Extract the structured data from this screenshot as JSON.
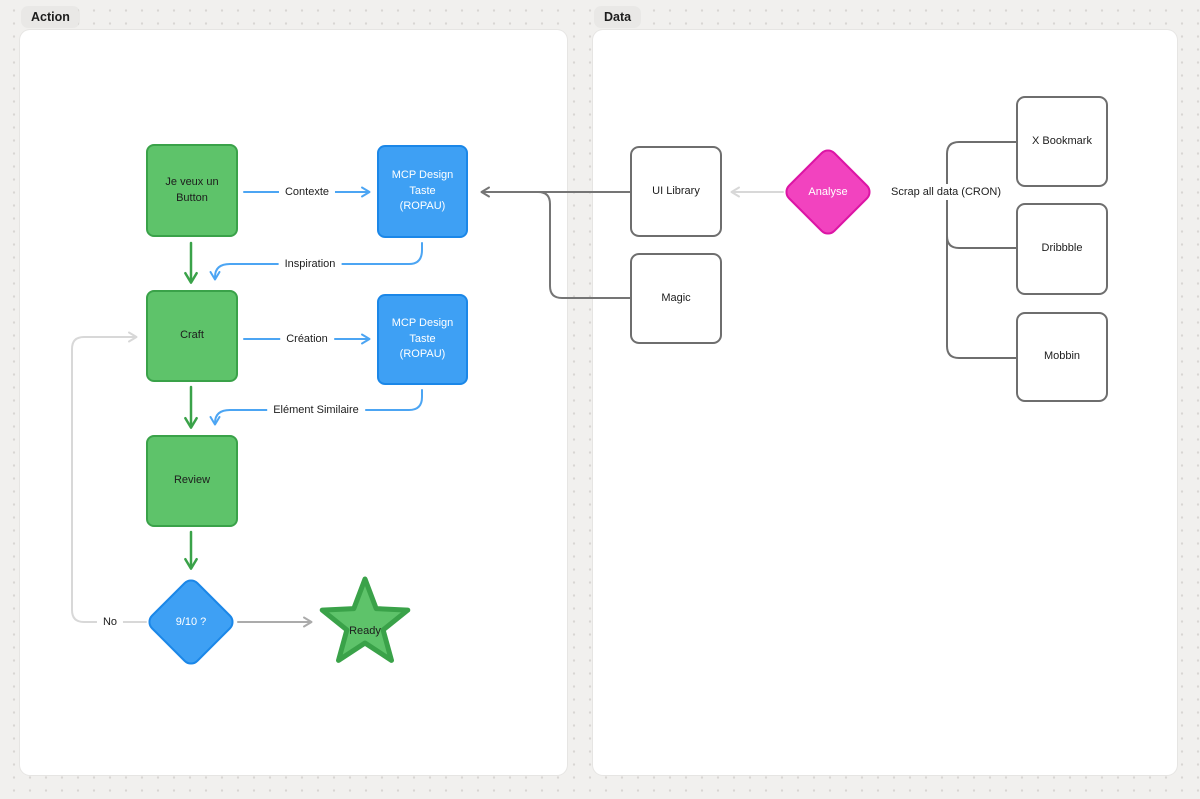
{
  "sections": {
    "action": {
      "tag": "Action"
    },
    "data": {
      "tag": "Data"
    }
  },
  "action_nodes": {
    "start": "Je veux un Button",
    "mcp1_line1": "MCP Design Taste",
    "mcp1_line2": "(ROPAU)",
    "craft": "Craft",
    "mcp2_line1": "MCP Design Taste",
    "mcp2_line2": "(ROPAU)",
    "review": "Review",
    "decision": "9/10 ?",
    "ready": "Ready"
  },
  "action_edges": {
    "contexte": "Contexte",
    "inspiration": "Inspiration",
    "creation": "Création",
    "element_similaire": "Elément Similaire",
    "no": "No"
  },
  "data_nodes": {
    "ui_library": "UI Library",
    "magic": "Magic",
    "analyse": "Analyse",
    "x_bookmark": "X Bookmark",
    "dribbble": "Dribbble",
    "mobbin": "Mobbin"
  },
  "data_edges": {
    "scrap": "Scrap all data (CRON)"
  },
  "colors": {
    "canvas_bg": "#F1F0EE",
    "dot": "#D8D6D3",
    "panel_bg": "#FFFFFF",
    "tag_bg": "#E9E8E6",
    "green_fill": "#5EC36A",
    "green_stroke": "#3AA249",
    "blue_fill": "#3EA0F4",
    "blue_stroke": "#1B87E8",
    "pink_fill": "#F243BF",
    "pink_stroke": "#DC15A5",
    "edge_blue": "#4CA5F3",
    "edge_green": "#3AA249",
    "edge_dark_gray": "#757575",
    "edge_mid_gray": "#ABABAB",
    "edge_light_gray": "#D8D8D8",
    "box_stroke_gray": "#6E6E6E",
    "text_dark": "#1D1D1D",
    "text_white": "#FFFFFF"
  }
}
